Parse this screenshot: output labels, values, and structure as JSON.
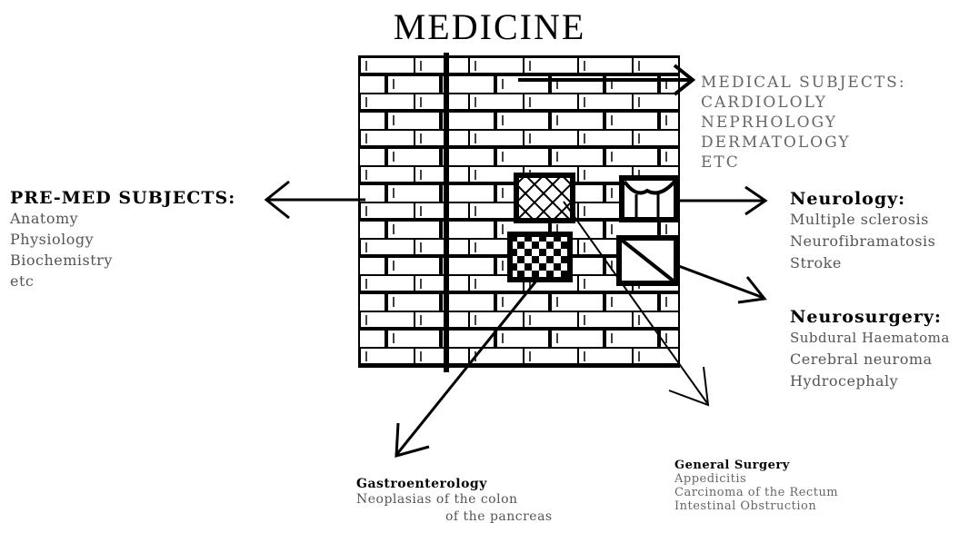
{
  "title": "MEDICINE",
  "medical": {
    "heading": "MEDICAL SUBJECTS:",
    "items": [
      "CARDIOLOLY",
      "NEPRHOLOGY",
      "DERMATOLOGY",
      "ETC"
    ]
  },
  "premed": {
    "heading": "PRE-MED SUBJECTS:",
    "items": [
      "Anatomy",
      "Physiology",
      "Biochemistry",
      "etc"
    ]
  },
  "neurology": {
    "heading": "Neurology:",
    "items": [
      "Multiple sclerosis",
      "Neurofibramatosis",
      "Stroke"
    ]
  },
  "neurosurgery": {
    "heading": "Neurosurgery:",
    "items": [
      "Subdural Haematoma",
      "Cerebral neuroma",
      "Hydrocephaly"
    ]
  },
  "gastro": {
    "heading": "Gastroenterology",
    "items": [
      "Neoplasias of the colon",
      "of the pancreas"
    ]
  },
  "surgery": {
    "heading": "General Surgery",
    "items": [
      "Appedicitis",
      "Carcinoma of the Rectum",
      "Intestinal Obstruction"
    ]
  },
  "colors": {
    "ink": "#000000",
    "wall": "#ffffff"
  }
}
